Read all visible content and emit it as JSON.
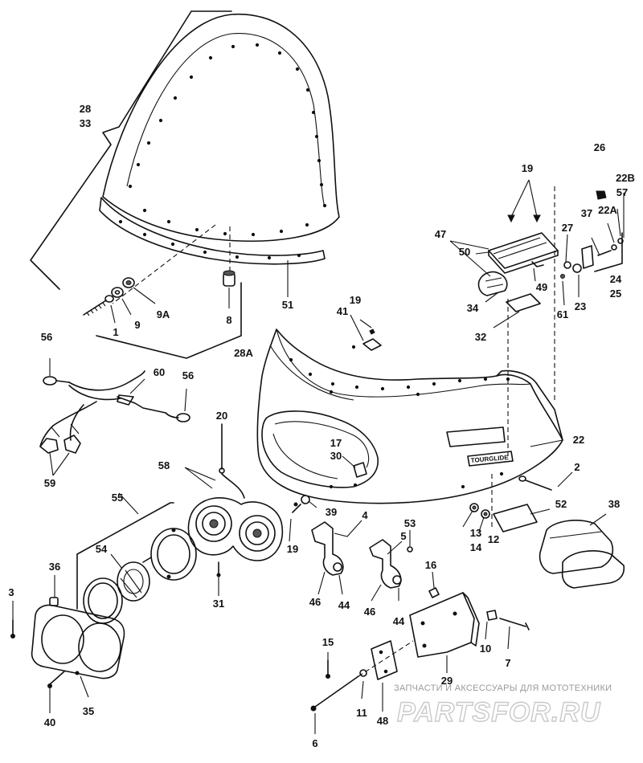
{
  "diagram": {
    "badge_text": "TOURGLIDE",
    "callouts": {
      "c28": "28",
      "c33": "33",
      "c9A": "9A",
      "c9": "9",
      "c1": "1",
      "c8": "8",
      "c28A": "28A",
      "c51": "51",
      "c41": "41",
      "c19a": "19",
      "c19b": "19",
      "c19c": "19",
      "c26": "26",
      "c22B": "22B",
      "c57": "57",
      "c22A": "22A",
      "c37": "37",
      "c27": "27",
      "c47": "47",
      "c50": "50",
      "c49": "49",
      "c34": "34",
      "c61": "61",
      "c23": "23",
      "c24": "24",
      "c25": "25",
      "c32": "32",
      "c56a": "56",
      "c60": "60",
      "c56b": "56",
      "c59": "59",
      "c20": "20",
      "c58": "58",
      "c17": "17",
      "c30": "30",
      "c22": "22",
      "c2": "2",
      "c55": "55",
      "c39": "39",
      "c4": "4",
      "c53": "53",
      "c5": "5",
      "c13": "13",
      "c14": "14",
      "c12": "12",
      "c52": "52",
      "c38": "38",
      "c36": "36",
      "c54": "54",
      "c3": "3",
      "c31": "31",
      "c46a": "46",
      "c44a": "44",
      "c46b": "46",
      "c44b": "44",
      "c16": "16",
      "c10": "10",
      "c7": "7",
      "c35": "35",
      "c40": "40",
      "c15": "15",
      "c29": "29",
      "c11": "11",
      "c48": "48",
      "c6": "6"
    }
  },
  "watermark": {
    "caption": "ЗАПЧАСТИ И АКСЕССУАРЫ ДЛЯ МОТОТЕХНИКИ",
    "logo": "PARTSFOR.RU"
  }
}
